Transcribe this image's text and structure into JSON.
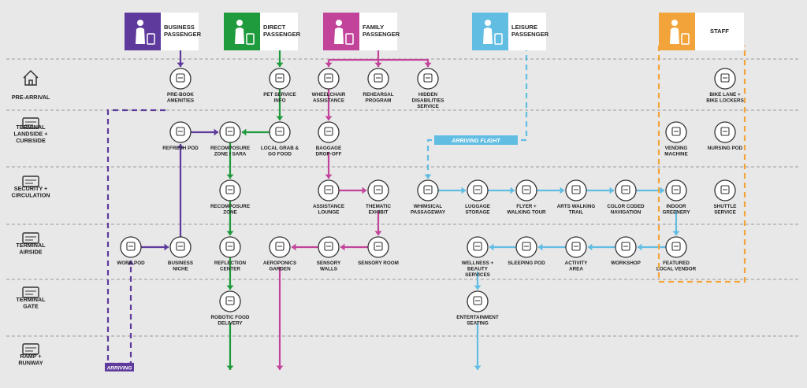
{
  "personas": [
    {
      "id": "business",
      "label": "BUSINESS PASSENGER",
      "color": "#5d3a9b"
    },
    {
      "id": "direct",
      "label": "DIRECT PASSENGER",
      "color": "#1f9a3c"
    },
    {
      "id": "family",
      "label": "FAMILY PASSENGER",
      "color": "#c2449a"
    },
    {
      "id": "leisure",
      "label": "LEISURE PASSENGER",
      "color": "#62bde3"
    },
    {
      "id": "staff",
      "label": "STAFF",
      "color": "#f2a43a"
    }
  ],
  "rows": [
    {
      "id": "pre",
      "label": "PRE-ARRIVAL",
      "icon": "house-icon"
    },
    {
      "id": "landside",
      "label": "TERMINAL LANDSIDE + CURBSIDE",
      "icon": "terminal-landside-icon"
    },
    {
      "id": "security",
      "label": "SECURITY + CIRCULATION",
      "icon": "security-scanner-icon"
    },
    {
      "id": "airside",
      "label": "TERMINAL AIRSIDE",
      "icon": "terminal-airside-icon"
    },
    {
      "id": "gate",
      "label": "TERMINAL GATE",
      "icon": "gate-icon"
    },
    {
      "id": "ramp",
      "label": "RAMP + RUNWAY",
      "icon": "runway-icon"
    }
  ],
  "nodes": [
    {
      "id": "prebook",
      "label": "PRE-BOOK AMENITIES",
      "icon": "calendar-icon"
    },
    {
      "id": "petinfo",
      "label": "PET SERVICE INFO",
      "icon": "pet-icon"
    },
    {
      "id": "wheel",
      "label": "WHEELCHAIR ASSISTANCE",
      "icon": "wheelchair-icon"
    },
    {
      "id": "rehearsal",
      "label": "REHEARSAL PROGRAM",
      "icon": "clock-icon"
    },
    {
      "id": "hidden",
      "label": "HIDDEN DISABILITIES SERVICE",
      "icon": "sunflower-icon"
    },
    {
      "id": "bikelane",
      "label": "BIKE LANE + BIKE LOCKERS",
      "icon": "bike-locker-icon"
    },
    {
      "id": "refresh",
      "label": "REFRESH POD",
      "icon": "refresh-pod-icon"
    },
    {
      "id": "recompsara",
      "label": "RECOMPOSURE ZONE / SARA",
      "icon": "recomposure-icon"
    },
    {
      "id": "grab",
      "label": "LOCAL GRAB & GO FOOD",
      "icon": "food-icon"
    },
    {
      "id": "baggage",
      "label": "BAGGAGE DROP-OFF",
      "icon": "baggage-icon"
    },
    {
      "id": "vending",
      "label": "VENDING MACHINE",
      "icon": "vending-icon"
    },
    {
      "id": "nursing",
      "label": "NURSING POD",
      "icon": "nursing-icon"
    },
    {
      "id": "recomp",
      "label": "RECOMPOSURE ZONE",
      "icon": "recomposure-icon"
    },
    {
      "id": "assist",
      "label": "ASSISTANCE LOUNGE",
      "icon": "lounge-icon"
    },
    {
      "id": "thematic",
      "label": "THEMATIC EXHIBIT",
      "icon": "exhibit-icon"
    },
    {
      "id": "whims",
      "label": "WHIMSICAL PASSAGEWAY",
      "icon": "walking-icon"
    },
    {
      "id": "luggage",
      "label": "LUGGAGE STORAGE",
      "icon": "luggage-icon"
    },
    {
      "id": "flyer",
      "label": "FLYER + WALKING TOUR",
      "icon": "tour-icon"
    },
    {
      "id": "arts",
      "label": "ARTS WALKING TRAIL",
      "icon": "art-icon"
    },
    {
      "id": "colornav",
      "label": "COLOR CODED NAVIGATION",
      "icon": "signpost-icon"
    },
    {
      "id": "indoor",
      "label": "INDOOR GREENERY",
      "icon": "plant-icon"
    },
    {
      "id": "shuttle",
      "label": "SHUTTLE SERVICE",
      "icon": "shuttle-icon"
    },
    {
      "id": "workpod",
      "label": "WORK POD",
      "icon": "work-pod-icon"
    },
    {
      "id": "niche",
      "label": "BUSINESS NICHE",
      "icon": "briefcase-icon"
    },
    {
      "id": "reflect",
      "label": "REFLECTION CENTER",
      "icon": "reflection-icon"
    },
    {
      "id": "aero",
      "label": "AEROPONICS GARDEN",
      "icon": "garden-icon"
    },
    {
      "id": "swalls",
      "label": "SENSORY WALLS",
      "icon": "sensory-wall-icon"
    },
    {
      "id": "sroom",
      "label": "SENSORY ROOM",
      "icon": "sensory-room-icon"
    },
    {
      "id": "wellness",
      "label": "WELLNESS + BEAUTY SERVICES",
      "icon": "wellness-icon"
    },
    {
      "id": "sleep",
      "label": "SLEEPING POD",
      "icon": "bed-icon"
    },
    {
      "id": "activity",
      "label": "ACTIVITY AREA",
      "icon": "activity-icon"
    },
    {
      "id": "workshop",
      "label": "WORKSHOP",
      "icon": "workshop-icon"
    },
    {
      "id": "featured",
      "label": "FEATURED LOCAL VENDOR",
      "icon": "vendor-icon"
    },
    {
      "id": "robotic",
      "label": "ROBOTIC FOOD DELIVERY",
      "icon": "robot-icon"
    },
    {
      "id": "entertain",
      "label": "ENTERTAINMENT SEATING",
      "icon": "seating-icon"
    }
  ],
  "tags": {
    "arriving_flight": "ARRIVING FLIGHT",
    "arriving": "ARRIVING"
  }
}
